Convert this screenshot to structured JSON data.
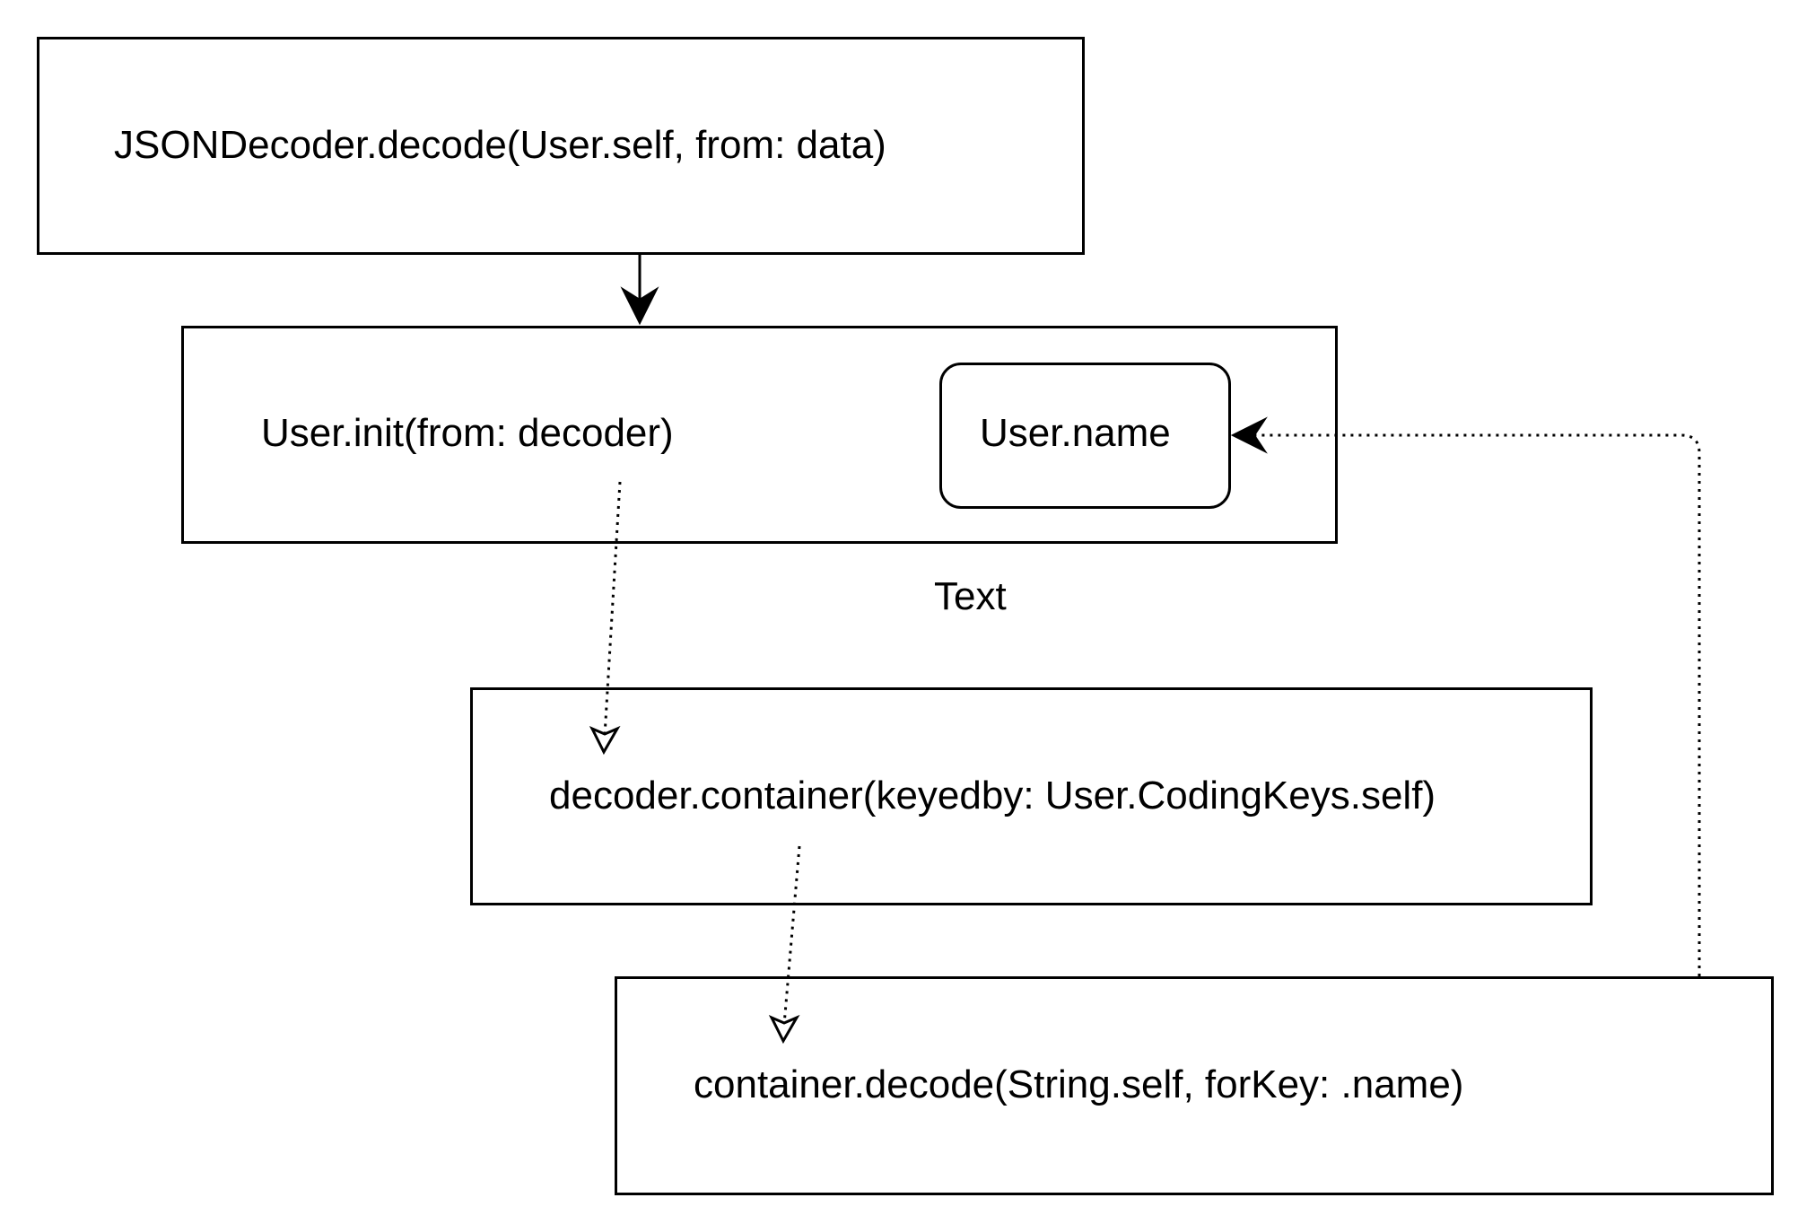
{
  "diagram": {
    "nodes": {
      "json_decode": {
        "label": "JSONDecoder.decode(User.self, from: data)"
      },
      "user_init": {
        "label": "User.init(from: decoder)"
      },
      "user_name": {
        "label": "User.name"
      },
      "decoder_container": {
        "label": "decoder.container(keyedby: User.CodingKeys.self)"
      },
      "container_decode": {
        "label": "container.decode(String.self, forKey: .name)"
      }
    },
    "floating_text": "Text",
    "edges": [
      {
        "from": "json_decode",
        "to": "user_init",
        "style": "solid"
      },
      {
        "from": "user_init",
        "to": "decoder_container",
        "style": "dotted"
      },
      {
        "from": "decoder_container",
        "to": "container_decode",
        "style": "dotted"
      },
      {
        "from": "container_decode",
        "to": "user_name",
        "style": "dotted"
      }
    ]
  }
}
